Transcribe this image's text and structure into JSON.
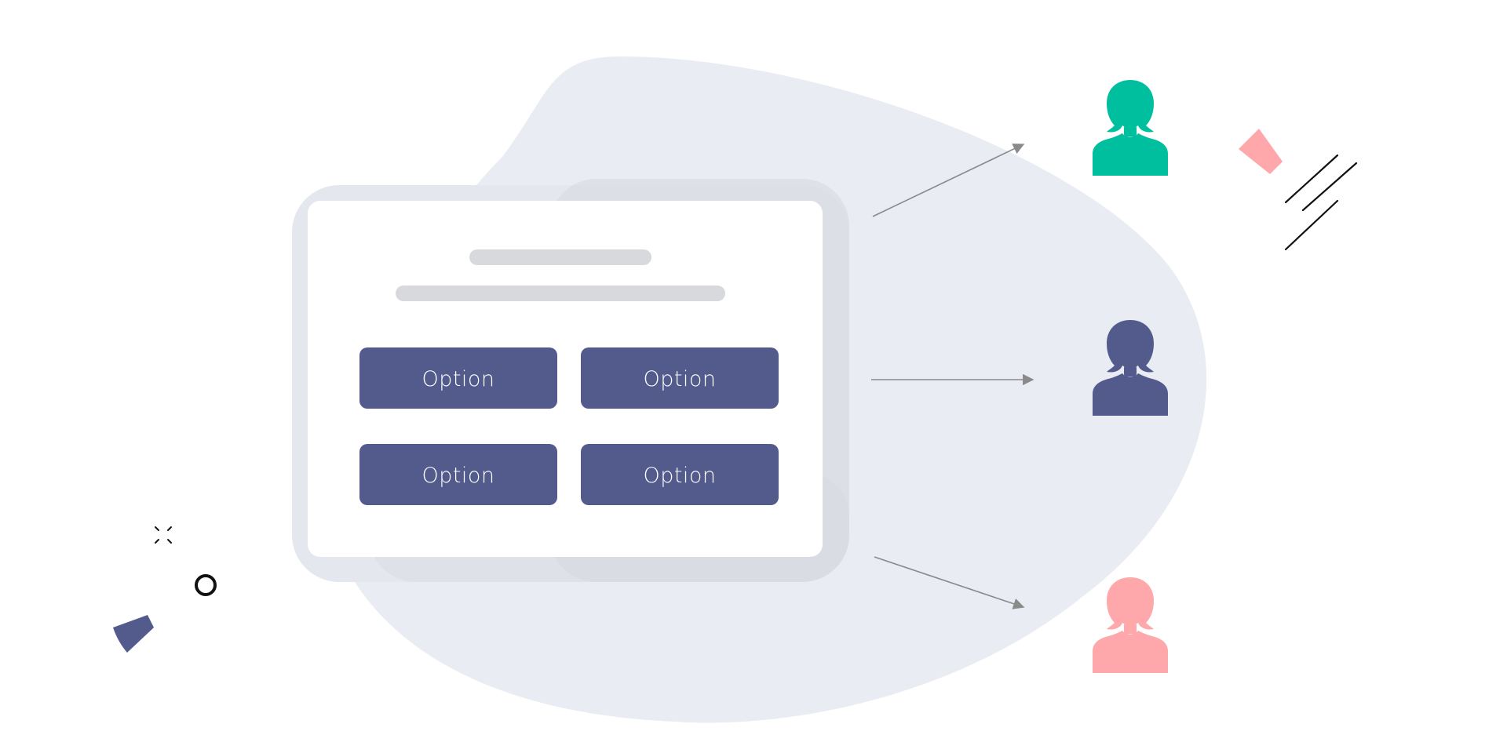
{
  "colors": {
    "background": "#ffffff",
    "blob": "#e9ecf2",
    "card": "#ffffff",
    "card_shadow": "#d6d9e0",
    "placeholder_bar": "#d8d9dd",
    "option_button": "#525b8b",
    "option_text": "#ffffff",
    "arrow": "#8a8a8a",
    "person_teal": "#00bf9e",
    "person_navy": "#525b8b",
    "person_pink": "#ffa8ab",
    "accent_pink": "#ffa8ab",
    "accent_navy": "#525b8b",
    "deco_black": "#111111"
  },
  "options": [
    {
      "label": "Option"
    },
    {
      "label": "Option"
    },
    {
      "label": "Option"
    },
    {
      "label": "Option"
    }
  ],
  "people": [
    {
      "name": "person-teal",
      "icon": "person-icon"
    },
    {
      "name": "person-navy",
      "icon": "person-icon"
    },
    {
      "name": "person-pink",
      "icon": "person-icon"
    }
  ]
}
